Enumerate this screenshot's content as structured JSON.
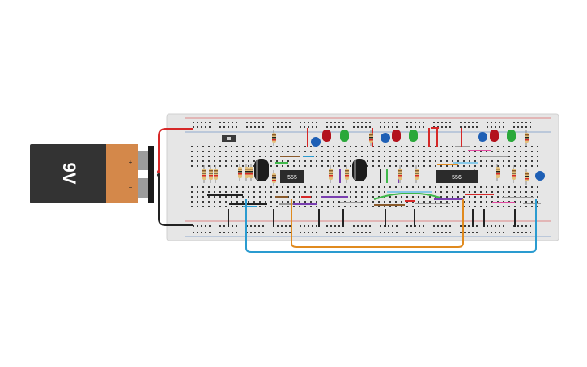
{
  "battery": {
    "label": "9V",
    "plus": "+",
    "minus": "−",
    "colors": {
      "body": "#333333",
      "cap": "#d4884a",
      "clip": "#1a1a1a"
    }
  },
  "chips": [
    {
      "id": "u1",
      "label": "555"
    },
    {
      "id": "u2",
      "label": "556"
    }
  ],
  "colors": {
    "board": "#e6e6e6",
    "hole": "#3a3a3a",
    "rail_red": "#d62828",
    "rail_blue": "#3b6fb6",
    "wire_red": "#d62828",
    "wire_black": "#222222",
    "wire_orange": "#e08a1e",
    "wire_blue": "#2a9bd0",
    "wire_green": "#3fb84a",
    "wire_purple": "#7a3fb0",
    "wire_brown": "#8a5a2b",
    "wire_gray": "#9a9a9a",
    "wire_pink": "#e04aa0",
    "led_red": "#b3121c",
    "led_green": "#2aa83a",
    "led_blue": "#1e5fb5",
    "cap_elec": "#1c1c1c",
    "cap_ceramic": "#1e5fb5",
    "chip": "#2b2b2b"
  }
}
